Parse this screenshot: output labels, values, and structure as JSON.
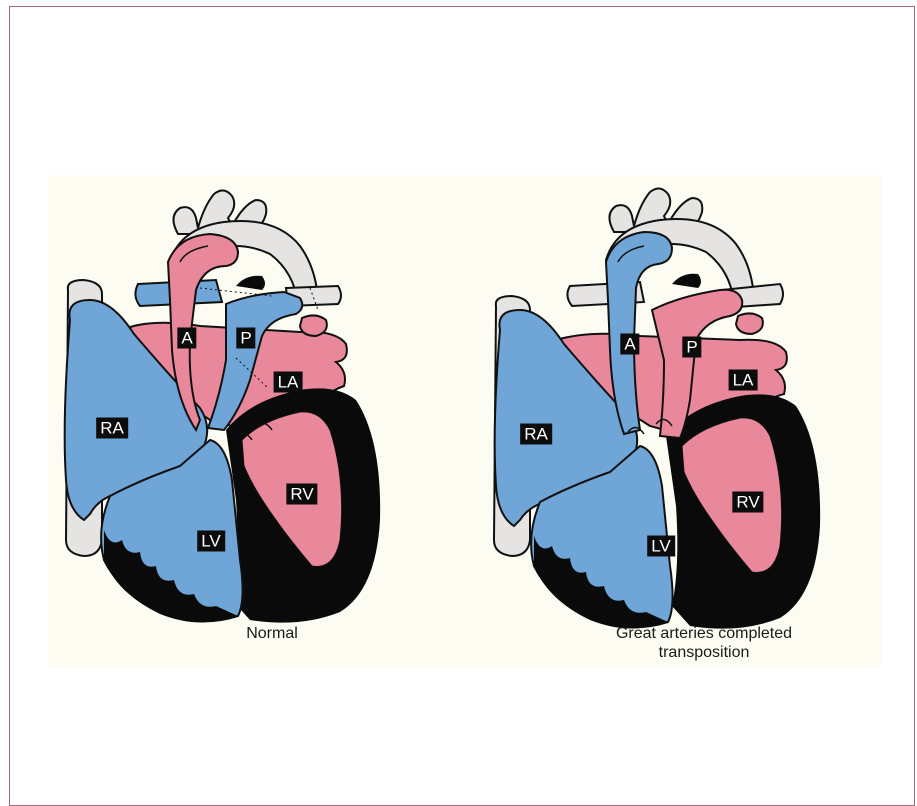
{
  "colors": {
    "oxygenated_red": "#e8889a",
    "deoxygenated_blue": "#6fa6d7",
    "septum_black": "#0a0a0a",
    "vessel_grey": "#e6e3e3",
    "panel_background": "#fdfcf3",
    "frame_border": "#b0647a"
  },
  "normal": {
    "caption": "Normal",
    "labels": {
      "aorta": "A",
      "pulmonary": "P",
      "left_atrium": "LA",
      "right_atrium": "RA",
      "right_ventricle": "RV",
      "left_ventricle": "LV"
    }
  },
  "transposition": {
    "caption": "Great arteries completed transposition",
    "labels": {
      "aorta": "A",
      "pulmonary": "P",
      "left_atrium": "LA",
      "right_atrium": "RA",
      "right_ventricle": "RV",
      "left_ventricle": "LV"
    }
  }
}
